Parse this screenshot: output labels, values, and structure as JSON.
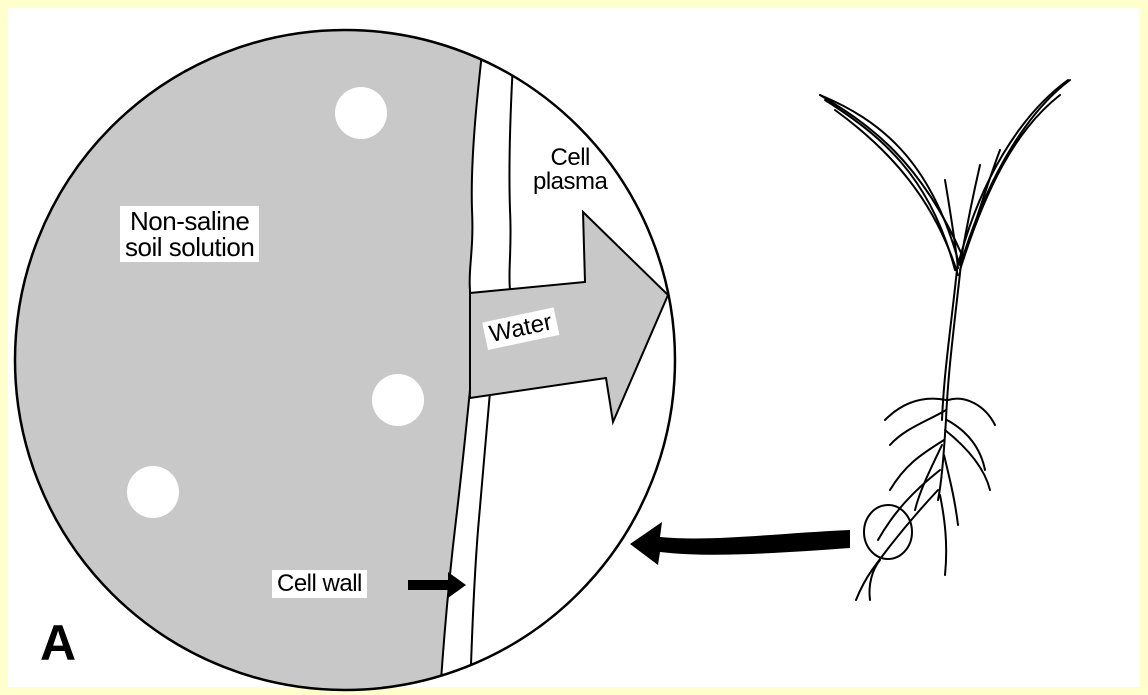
{
  "diagram": {
    "panel_letter": "A",
    "labels": {
      "soil_solution": "Non-saline\nsoil solution",
      "cell_plasma": "Cell\nplasma",
      "water": "Water",
      "cell_wall": "Cell wall"
    }
  },
  "colors": {
    "page_background": "#ffffcc",
    "soil_fill": "#c8c8c8",
    "ink": "#000000"
  }
}
